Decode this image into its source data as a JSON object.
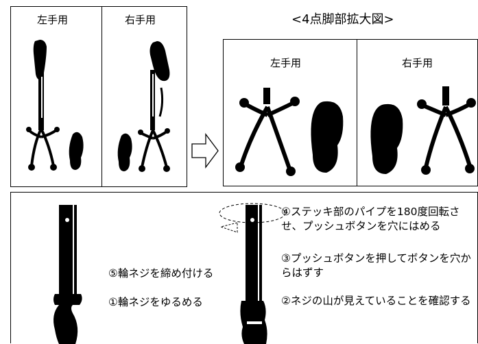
{
  "top_left": {
    "left_hand_label": "左手用",
    "right_hand_label": "右手用"
  },
  "enlarged": {
    "title": "<4点脚部拡大図>",
    "left_hand_label": "左手用",
    "right_hand_label": "右手用"
  },
  "steps": {
    "step4": "④ステッキ部のパイプを180度回転させ、プッシュボタンを穴にはめる",
    "step3": "③プッシュボタンを押してボタンを穴からはずす",
    "step2": "②ネジの山が見えていることを確認する",
    "step5": "⑤輪ネジを締め付ける",
    "step1": "①輪ネジをゆるめる"
  },
  "colors": {
    "ink": "#000000",
    "border": "#000000"
  }
}
